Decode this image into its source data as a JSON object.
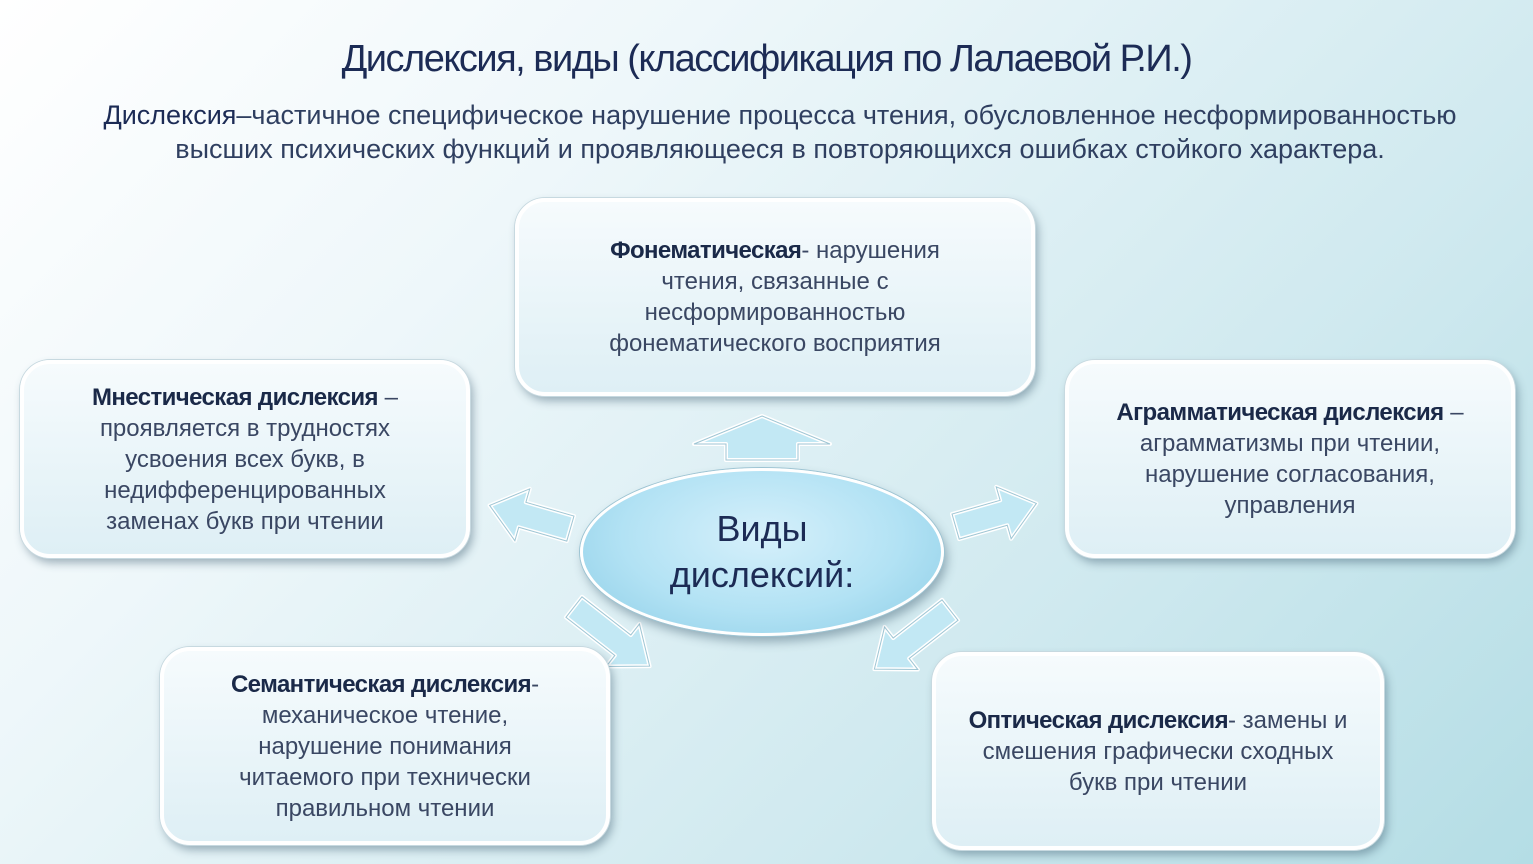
{
  "title": "Дислексия, виды (классификация по Лалаевой Р.И.)",
  "definition": {
    "term": "Дислексия",
    "line1": "–частичное специфическое нарушение процесса чтения, обусловленное несформированностью",
    "line2": "высших психических функций и проявляющееся в повторяющихся ошибках стойкого характера."
  },
  "center": {
    "line1": "Виды",
    "line2": "дислексий:"
  },
  "types": {
    "phonematic": {
      "head": "Фонематическая",
      "body": "- нарушения чтения, связанные с несформированностью фонематического восприятия"
    },
    "mnestic": {
      "head": "Мнестическая дислексия",
      "body": " – проявляется в трудностях усвоения всех букв, в недифференцированных заменах букв при чтении"
    },
    "agrammatic": {
      "head": "Аграмматическая дислексия",
      "body": " – аграмматизмы при чтении, нарушение согласования, управления"
    },
    "semantic": {
      "head": "Семантическая дислексия",
      "body": "- механическое чтение, нарушение понимания читаемого при технически правильном чтении"
    },
    "optical": {
      "head": "Оптическая дислексия",
      "body": "- замены и смешения графически сходных букв при чтении"
    }
  },
  "colors": {
    "arrow_fill": "#c2e8f4",
    "arrow_stroke": "#ffffff",
    "ellipse": "#b2e2f4",
    "card": "#e6f3f8"
  }
}
